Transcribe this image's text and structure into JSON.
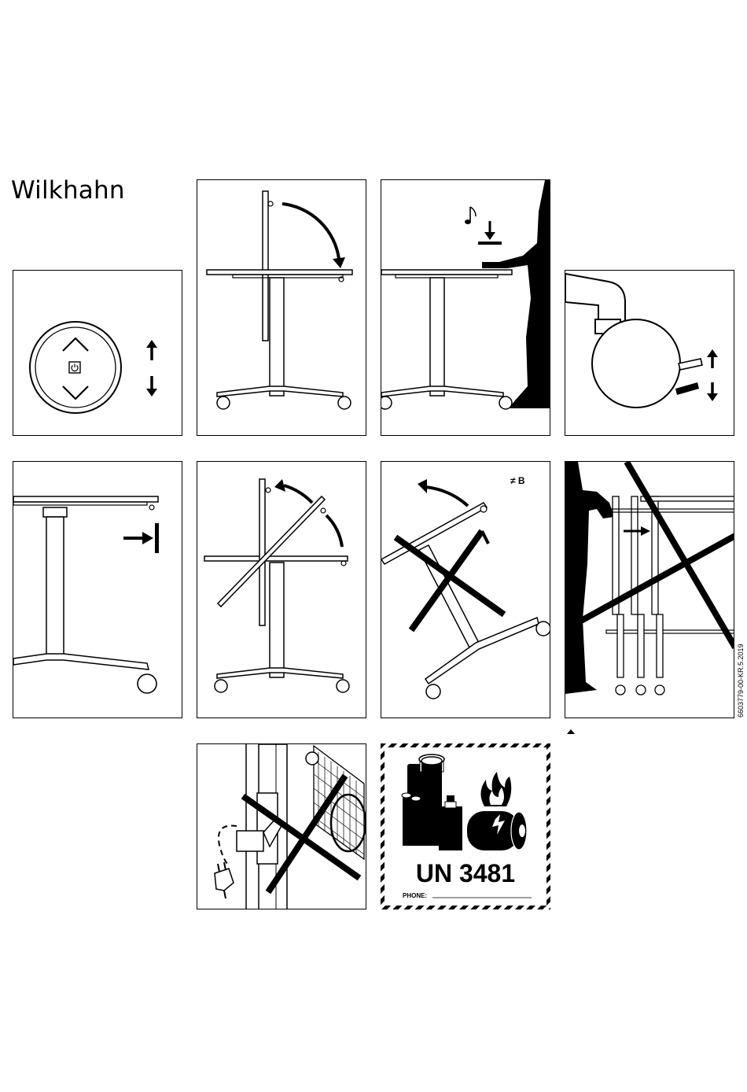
{
  "brand": "Wilkhahn",
  "doc_ref": "6603779-00-KR.5.2019",
  "panel_texts": {
    "not_b": "≠ B"
  },
  "battery_label": {
    "un_number": "UN 3481",
    "phone_label": "PHONE:"
  },
  "colors": {
    "ink": "#000000",
    "paper": "#ffffff",
    "hatch_stripe": "#000000"
  },
  "icons": [
    "control-panel-icon",
    "up-arrow-icon",
    "down-arrow-icon",
    "power-icon",
    "music-note-icon",
    "press-down-icon",
    "push-right-icon",
    "battery-icon",
    "flame-icon",
    "plug-icon"
  ]
}
